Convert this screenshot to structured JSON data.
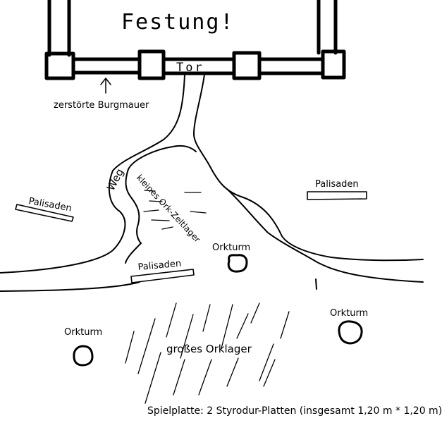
{
  "map": {
    "title": "Festung!",
    "gate_label": "Tor",
    "wall_label": "zerstörte Burgmauer",
    "path_label": "Weg",
    "small_camp_label": "kleines Ork-Zeltlager",
    "large_camp_label": "großes Orklager",
    "palisade_labels": [
      "Palisaden",
      "Palisaden",
      "Palisaden"
    ],
    "tower_labels": [
      "Orkturm",
      "Orkturm",
      "Orkturm"
    ],
    "footer": "Spielplatte: 2 Styrodur-Platten (insgesamt 1,20 m * 1,20 m)"
  },
  "colors": {
    "ink": "#000000",
    "background": "#ffffff"
  }
}
